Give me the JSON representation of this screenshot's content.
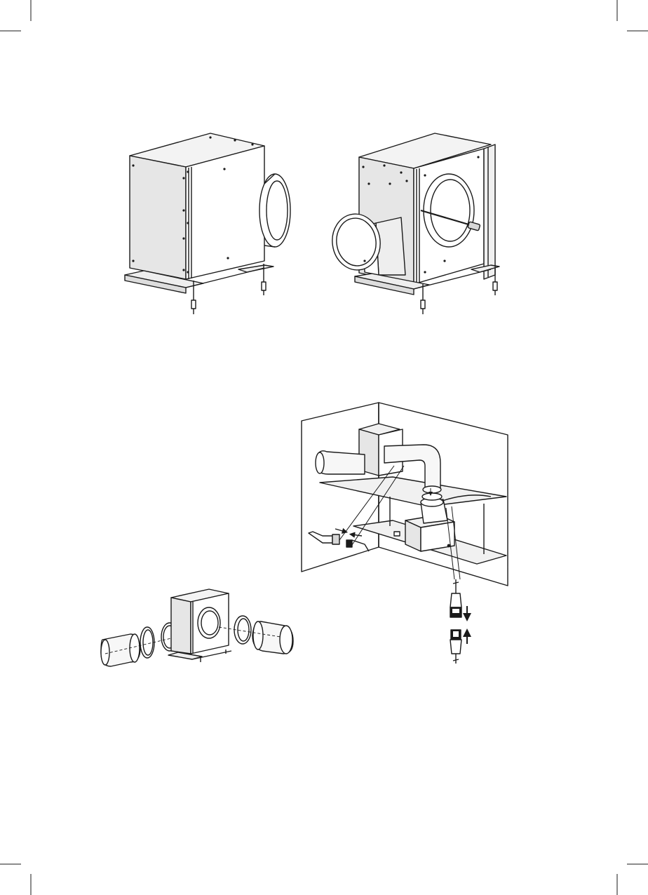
{
  "page": {
    "background": "#ffffff",
    "line_color": "#1a1a1a",
    "panel_fill": "#ebebeb",
    "panel_shade": "#d7d7d7",
    "wall_fill": "#f6f6f6"
  },
  "figures": [
    {
      "id": "figure-fan-unit-rear-view"
    },
    {
      "id": "figure-fan-unit-front-view"
    },
    {
      "id": "figure-installation-in-cabinet"
    },
    {
      "id": "figure-duct-connection-exploded"
    }
  ],
  "icons": {
    "arrows": [
      "arrow-right-icon",
      "arrow-left-icon",
      "arrow-down-icon",
      "arrow-up-icon"
    ]
  }
}
